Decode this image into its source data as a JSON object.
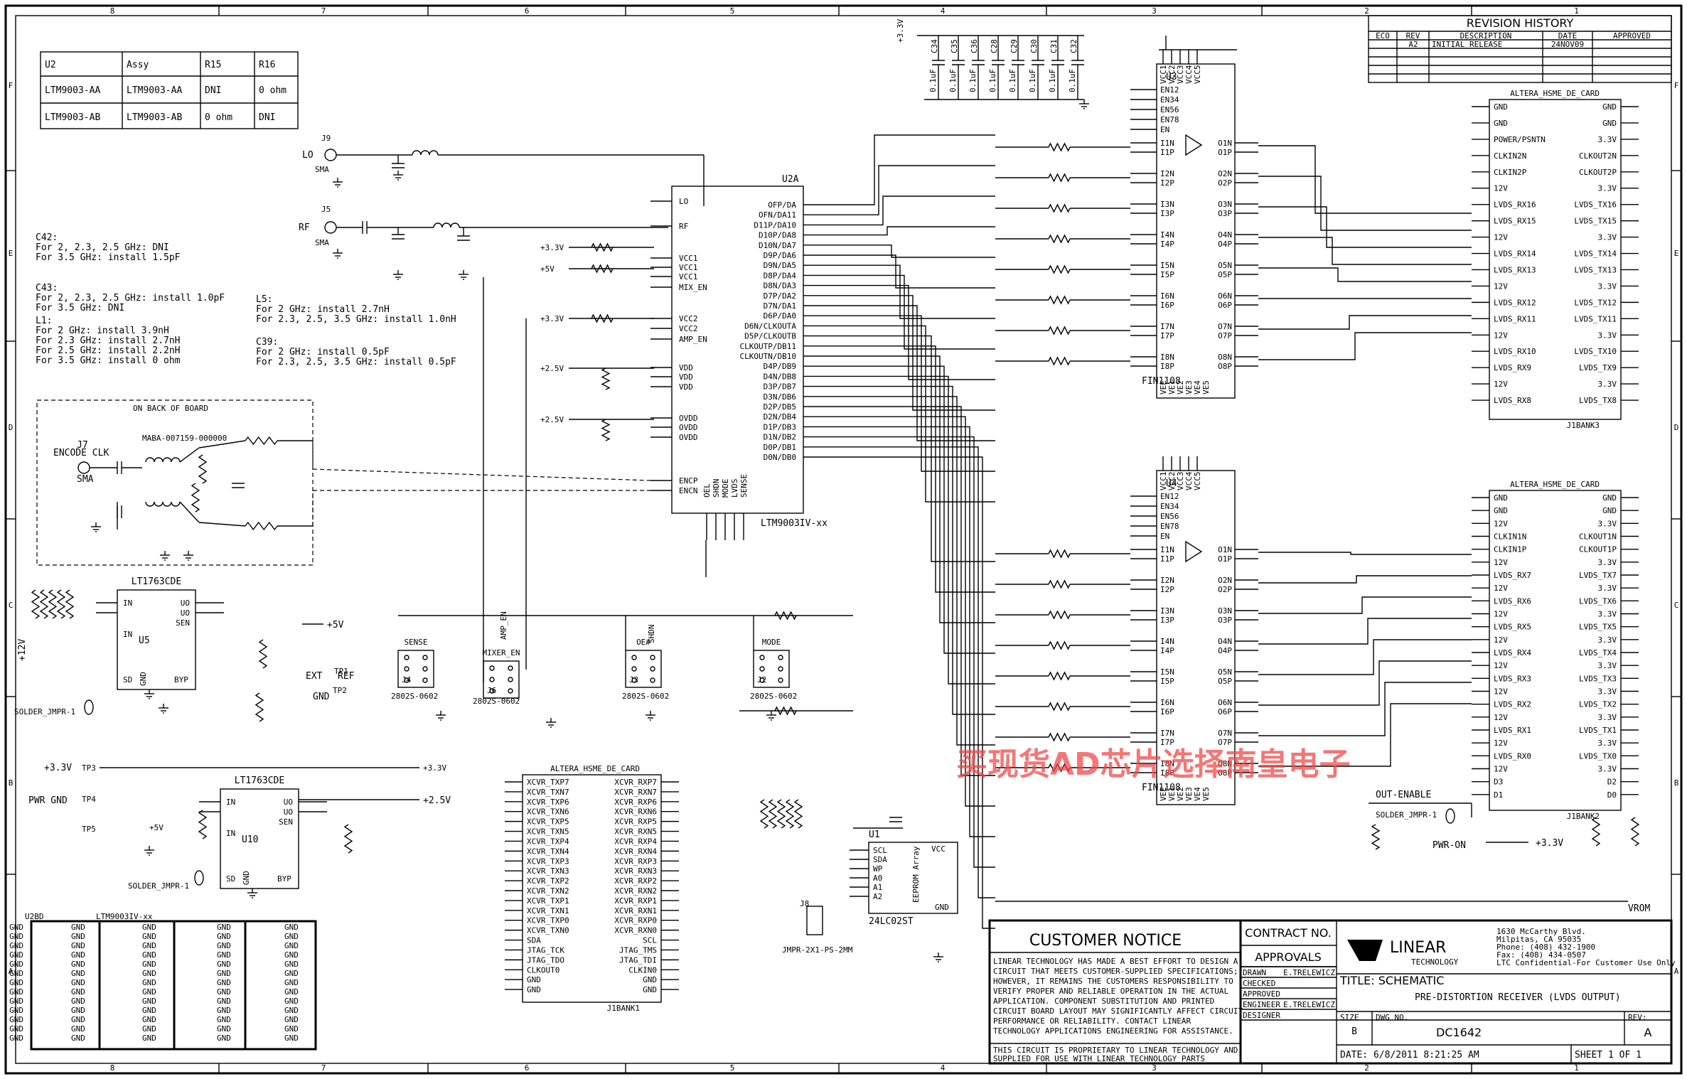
{
  "frame": {
    "cols_top": [
      "8",
      "7",
      "6",
      "5",
      "4",
      "3",
      "2",
      "1"
    ],
    "rows_left": [
      "F",
      "E",
      "D",
      "C",
      "B",
      "A"
    ]
  },
  "revision": {
    "title": "REVISION HISTORY",
    "headers": [
      "ECO",
      "REV",
      "DESCRIPTION",
      "DATE",
      "APPROVED"
    ],
    "row": {
      "rev": "A2",
      "desc": "INITIAL RELEASE",
      "date": "24NOV09"
    }
  },
  "assy_table": {
    "headers": [
      "U2",
      "Assy",
      "R15",
      "R16"
    ],
    "rows": [
      [
        "LTM9003-AA",
        "LTM9003-AA",
        "DNI",
        "0 ohm"
      ],
      [
        "LTM9003-AB",
        "LTM9003-AB",
        "0 ohm",
        "DNI"
      ]
    ]
  },
  "notes": {
    "n1": [
      "C42:",
      "For 2, 2.3, 2.5 GHz: DNI",
      "For 3.5 GHz: install 1.5pF"
    ],
    "n2": [
      "C43:",
      "For 2, 2.3, 2.5 GHz: install 1.0pF",
      "For 3.5 GHz: DNI"
    ],
    "n3": [
      "L1:",
      "For 2 GHz: install 3.9nH",
      "For 2.3 GHz: install 2.7nH",
      "For 2.5 GHz: install 2.2nH",
      "For 3.5 GHz: install 0 ohm"
    ],
    "n4": [
      "L5:",
      "For 2 GHz: install 2.7nH",
      "For 2.3, 2.5, 3.5 GHz: install 1.0nH"
    ],
    "n5": [
      "C39:",
      "For 2 GHz: install 0.5pF",
      "For 2.3, 2.5, 3.5 GHz: install 0.5pF"
    ]
  },
  "encode": {
    "box_title": "ON BACK OF BOARD",
    "label": "ENCODE CLK",
    "part": "MABA-007159-000000",
    "conn": "J7",
    "sma": "SMA"
  },
  "u2a": {
    "ref": "U2A",
    "part": "LTM9003IV-xx",
    "left_pins": [
      "LO",
      "RF",
      "VCC1",
      "VCC1",
      "VCC1",
      "MIX_EN",
      "VCC2",
      "VCC2",
      "AMP_EN",
      "VDD",
      "VDD",
      "VDD",
      "OVDD",
      "OVDD",
      "OVDD",
      "ENCP",
      "ENCN"
    ],
    "right_pins": [
      "OFP/DA",
      "OFN/DA11",
      "D11P/DA10",
      "D10P/DA8",
      "D10N/DA7",
      "D9P/DA6",
      "D9N/DA5",
      "D8P/DA4",
      "D8N/DA3",
      "D7P/DA2",
      "D7N/DA1",
      "D6P/DA0",
      "D6N/CLKOUTA",
      "D5P/CLKOUTB",
      "CLKOUTP/DB11",
      "CLKOUTN/DB10",
      "D4P/DB9",
      "D4N/DB8",
      "D3P/DB7",
      "D3N/DB6",
      "D2P/DB5",
      "D2N/DB4",
      "D1P/DB3",
      "D1N/DB2",
      "D0P/DB1",
      "D0N/DB0"
    ],
    "bottom_pins": [
      "OEL",
      "SHDN",
      "MODE",
      "LVDS",
      "SENSE"
    ]
  },
  "fin": {
    "u3": "U3",
    "u4": "U4",
    "part": "FIN1108",
    "en": [
      "EN12",
      "EN34",
      "EN56",
      "EN78",
      "EN"
    ],
    "in": [
      "I1N",
      "I1P",
      "I2N",
      "I2P",
      "I3N",
      "I3P",
      "I4N",
      "I4P",
      "I5N",
      "I5P",
      "I6N",
      "I6P",
      "I7N",
      "I7P",
      "I8N",
      "I8P"
    ],
    "out": [
      "O1N",
      "O1P",
      "O2N",
      "O2P",
      "O3N",
      "O3P",
      "O4N",
      "O4P",
      "O5N",
      "O5P",
      "O6N",
      "O6P",
      "O7N",
      "O7P",
      "O8N",
      "O8P"
    ],
    "vcc": [
      "VCC1",
      "VCC2",
      "VCC3",
      "VCC4",
      "VCC5"
    ],
    "vee": [
      "VEE",
      "VE1",
      "VE2",
      "VE3",
      "VE4",
      "VE5"
    ]
  },
  "hsmc_top": {
    "title": "ALTERA_HSME_DE_CARD",
    "ref": "J1BANK3",
    "left": [
      "GND",
      "GND",
      "POWER/PSNTN",
      "CLKIN2N",
      "CLKIN2P",
      "12V",
      "LVDS_RX16",
      "LVDS_RX15",
      "12V",
      "LVDS_RX14",
      "LVDS_RX13",
      "12V",
      "LVDS_RX12",
      "LVDS_RX11",
      "12V",
      "LVDS_RX10",
      "LVDS_RX9",
      "12V",
      "LVDS_RX8"
    ],
    "right": [
      "GND",
      "GND",
      "3.3V",
      "CLKOUT2N",
      "CLKOUT2P",
      "3.3V",
      "LVDS_TX16",
      "LVDS_TX15",
      "3.3V",
      "LVDS_TX14",
      "LVDS_TX13",
      "3.3V",
      "LVDS_TX12",
      "LVDS_TX11",
      "3.3V",
      "LVDS_TX10",
      "LVDS_TX9",
      "3.3V",
      "LVDS_TX8"
    ]
  },
  "hsmc_bot": {
    "title": "ALTERA_HSME_DE_CARD",
    "ref": "J1BANK2",
    "left": [
      "GND",
      "GND",
      "12V",
      "CLKIN1N",
      "CLKIN1P",
      "12V",
      "LVDS_RX7",
      "12V",
      "LVDS_RX6",
      "12V",
      "LVDS_RX5",
      "12V",
      "LVDS_RX4",
      "12V",
      "LVDS_RX3",
      "12V",
      "LVDS_RX2",
      "12V",
      "LVDS_RX1",
      "12V",
      "LVDS_RX0",
      "12V",
      "D3",
      "D1"
    ],
    "right": [
      "GND",
      "GND",
      "3.3V",
      "CLKOUT1N",
      "CLKOUT1P",
      "3.3V",
      "LVDS_TX7",
      "3.3V",
      "LVDS_TX6",
      "3.3V",
      "LVDS_TX5",
      "3.3V",
      "LVDS_TX4",
      "3.3V",
      "LVDS_TX3",
      "3.3V",
      "LVDS_TX2",
      "3.3V",
      "LVDS_TX1",
      "3.3V",
      "LVDS_TX0",
      "3.3V",
      "D2",
      "D0"
    ]
  },
  "j1bank1": {
    "ref": "J1BANK1",
    "title": "ALTERA_HSME_DE_CARD",
    "left": [
      "XCVR_TXP7",
      "XCVR_TXN7",
      "XCVR_TXP6",
      "XCVR_TXN6",
      "XCVR_TXP5",
      "XCVR_TXN5",
      "XCVR_TXP4",
      "XCVR_TXN4",
      "XCVR_TXP3",
      "XCVR_TXN3",
      "XCVR_TXP2",
      "XCVR_TXN2",
      "XCVR_TXP1",
      "XCVR_TXN1",
      "XCVR_TXP0",
      "XCVR_TXN0",
      "SDA",
      "JTAG_TCK",
      "JTAG_TDO",
      "CLKOUT0",
      "GND",
      "GND"
    ],
    "right": [
      "XCVR_RXP7",
      "XCVR_RXN7",
      "XCVR_RXP6",
      "XCVR_RXN6",
      "XCVR_RXP5",
      "XCVR_RXN5",
      "XCVR_RXP4",
      "XCVR_RXN4",
      "XCVR_RXP3",
      "XCVR_RXN3",
      "XCVR_RXP2",
      "XCVR_RXN2",
      "XCVR_RXP1",
      "XCVR_RXN1",
      "XCVR_RXP0",
      "XCVR_RXN0",
      "SCL",
      "JTAG_TMS",
      "JTAG_TDI",
      "CLKIN0",
      "GND",
      "GND"
    ]
  },
  "regs": {
    "u5": "U5",
    "u10": "U10",
    "part": "LT1763CDE",
    "pins_l": [
      "IN",
      "IN",
      "SD"
    ],
    "pins_r": [
      "UO",
      "UO",
      "SEN"
    ],
    "gnd": "GND",
    "byp": "BYP"
  },
  "eeprom": {
    "ref": "U1",
    "part": "24LC02ST",
    "pins": [
      "SCL",
      "SDA",
      "WP",
      "A0",
      "A1",
      "A2"
    ],
    "vcc": "VCC",
    "gnd": "GND",
    "label": "EEPROM Array"
  },
  "jumpers": {
    "j4": "J4",
    "j4t": "SENSE",
    "j4p": "2802S-0602",
    "j6": "J6",
    "j6t": "MIXER_EN",
    "j6t2": "AMP_EN",
    "j3": "J3",
    "j3t": "OE#",
    "j3t2": "SHDN",
    "j2": "J2",
    "j2t": "MODE",
    "j8": "J8",
    "j8t": "JMPR-2X1-PS-2MM"
  },
  "labels": {
    "p33": "+3.3V",
    "p25": "+2.5V",
    "p5": "+5V",
    "p12": "+12V",
    "gnd": "GND",
    "ext": "EXT",
    "ref": "REF",
    "tp1": "TP1",
    "tp2": "TP2",
    "tp3": "TP3",
    "tp4": "TP4",
    "tp5": "TP5",
    "pwr_gnd": "PWR GND",
    "out_en": "OUT-ENABLE",
    "pwr_on": "PWR-ON",
    "vrom": "VROM",
    "solder": "SOLDER_JMPR-1",
    "sma_lo": "SMA",
    "sma_rf": "SMA",
    "lo": "LO",
    "rf": "RF",
    "j9": "J9",
    "j5": "J5",
    "ltm_bot": "LTM9003IV-xx",
    "u2b": "U2BD"
  },
  "caps_top": [
    "C34",
    "C35",
    "C36",
    "C28",
    "C29",
    "C30",
    "C31",
    "C32"
  ],
  "cap_value": "0.1uF",
  "notice": {
    "title": "CUSTOMER NOTICE",
    "body": [
      "LINEAR TECHNOLOGY HAS MADE A BEST EFFORT TO DESIGN A",
      "CIRCUIT THAT MEETS CUSTOMER-SUPPLIED SPECIFICATIONS;",
      "HOWEVER, IT REMAINS THE CUSTOMERS RESPONSIBILITY TO",
      "VERIFY PROPER AND RELIABLE OPERATION IN THE ACTUAL",
      "APPLICATION. COMPONENT SUBSTITUTION AND PRINTED",
      "CIRCUIT BOARD LAYOUT MAY SIGNIFICANTLY AFFECT CIRCUIT",
      "PERFORMANCE OR RELIABILITY. CONTACT LINEAR",
      "TECHNOLOGY APPLICATIONS ENGINEERING FOR ASSISTANCE."
    ],
    "foot": [
      "THIS CIRCUIT IS PROPRIETARY TO LINEAR TECHNOLOGY AND",
      "SUPPLIED FOR USE WITH LINEAR TECHNOLOGY PARTS"
    ]
  },
  "title_block": {
    "contract": "CONTRACT NO.",
    "approvals": "APPROVALS",
    "rows": [
      [
        "DRAWN",
        "E.TRELEWICZ"
      ],
      [
        "CHECKED",
        ""
      ],
      [
        "APPROVED",
        ""
      ],
      [
        "ENGINEER",
        "E.TRELEWICZ"
      ],
      [
        "DESIGNER",
        ""
      ]
    ],
    "company": "LINEAR",
    "company2": "TECHNOLOGY",
    "address": [
      "1630 McCarthy Blvd.",
      "Milpitas, CA 95035",
      "Phone: (408) 432-1900",
      "Fax: (408) 434-0507",
      "LTC Confidential-For Customer Use Only"
    ],
    "title_label": "TITLE: SCHEMATIC",
    "title": "PRE-DISTORTION RECEIVER (LVDS OUTPUT)",
    "size_label": "SIZE",
    "size": "B",
    "dwg_label": "DWG NO.",
    "dwg": "DC1642",
    "rev_label": "REV:",
    "rev": "A",
    "date": "DATE: 6/8/2011 8:21:25 AM",
    "sheet": "SHEET 1 OF 1"
  },
  "watermark": "买现货AD芯片选择南皇电子"
}
